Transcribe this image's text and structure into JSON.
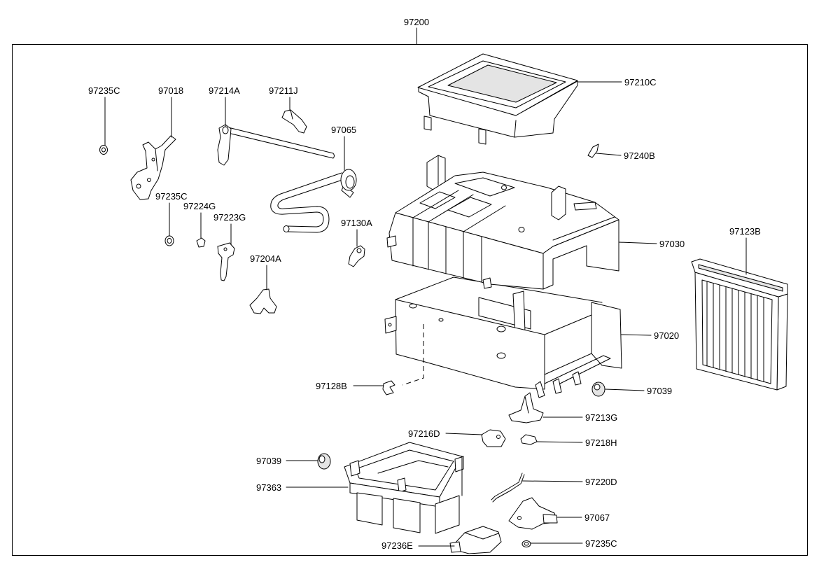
{
  "assembly_number": "97200",
  "callouts": [
    "97235C",
    "97018",
    "97214A",
    "97211J",
    "97065",
    "97210C",
    "97240B",
    "97235C",
    "97224G",
    "97223G",
    "97130A",
    "97204A",
    "97030",
    "97123B",
    "97020",
    "97128B",
    "97039",
    "97213G",
    "97216D",
    "97218H",
    "97039",
    "97363",
    "97220D",
    "97067",
    "97236E",
    "97235C"
  ],
  "colors": {
    "line": "#000000",
    "background": "#ffffff"
  }
}
